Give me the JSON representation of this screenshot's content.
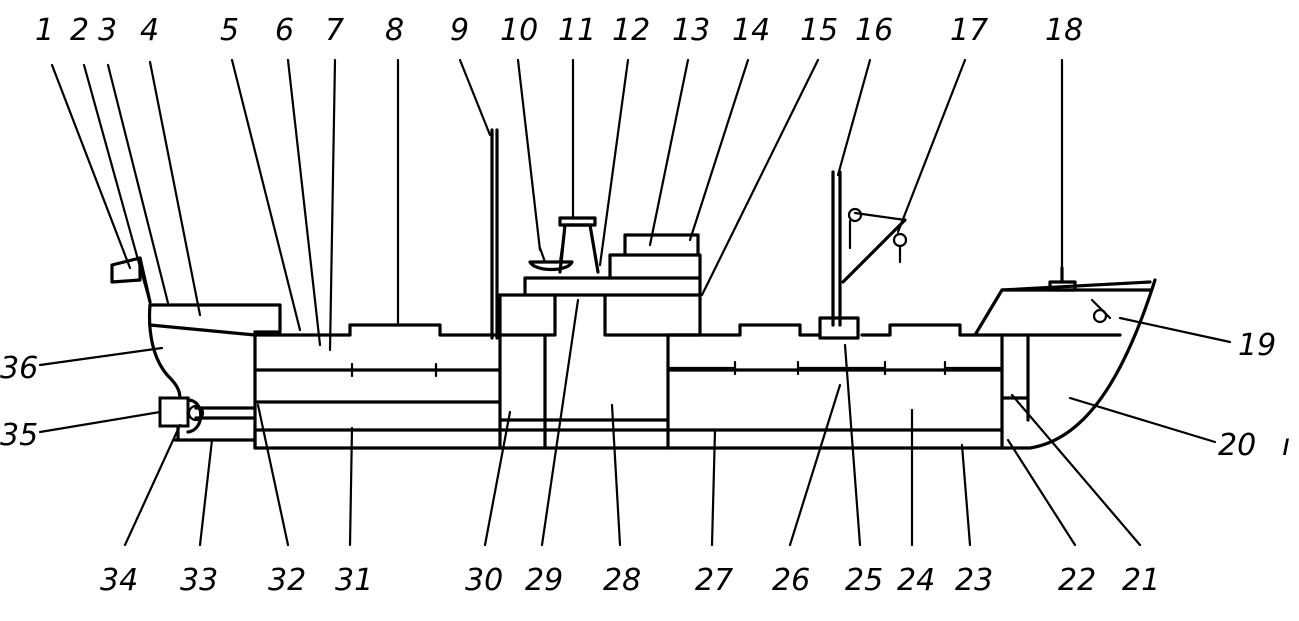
{
  "labels": [
    "1",
    "2",
    "3",
    "4",
    "5",
    "6",
    "7",
    "8",
    "9",
    "10",
    "11",
    "12",
    "13",
    "14",
    "15",
    "16",
    "17",
    "18",
    "19",
    "20",
    "21",
    "22",
    "23",
    "24",
    "25",
    "26",
    "27",
    "28",
    "29",
    "30",
    "31",
    "32",
    "33",
    "34",
    "35",
    "36"
  ],
  "extra_mark": "ı"
}
